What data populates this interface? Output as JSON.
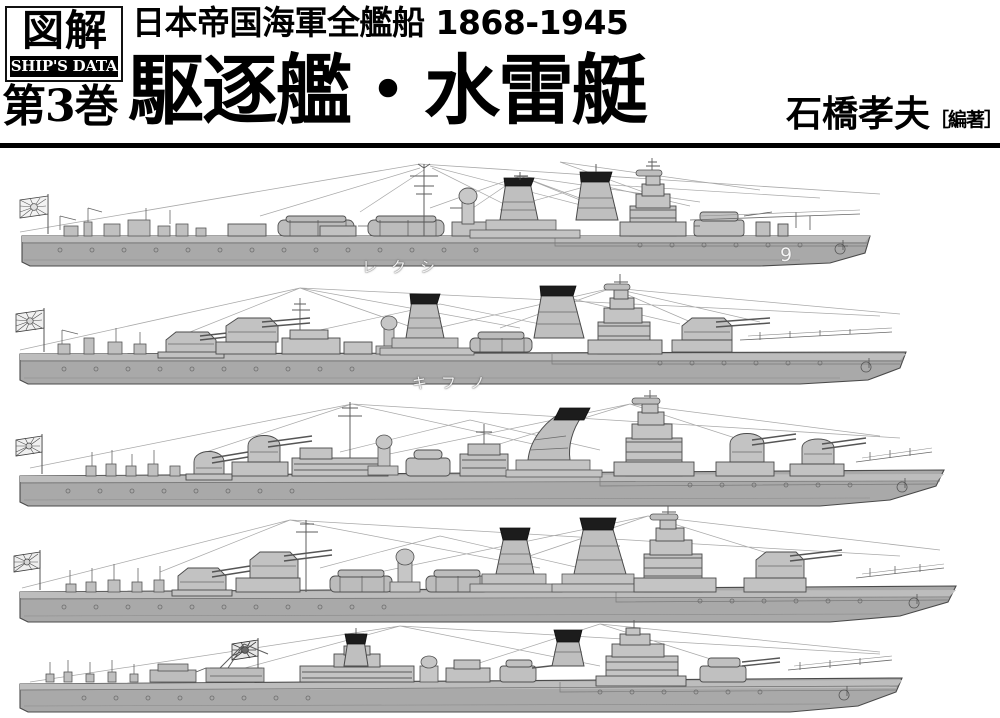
{
  "cover": {
    "background_color": "#ffffff",
    "rule_color": "#000000"
  },
  "header": {
    "logo": {
      "kanji": "図解",
      "banner": "SHIP'S DATA",
      "volume": "第3巻"
    },
    "series_line": "日本帝国海軍全艦船 1868-1945",
    "main_title": "駆逐艦・水雷艇",
    "author_name": "石橋孝夫",
    "author_role": "［編著］"
  },
  "illustration": {
    "description": "Five grey side-profile line drawings of Imperial Japanese Navy destroyers and torpedo boats, bows facing right, naval ensign flying at the stern on the left.",
    "hull_color": "#a8a8a8",
    "deck_color": "#b9b9b9",
    "superstructure_color": "#c3c3c3",
    "outline_color": "#4a4a4a",
    "funnel_cap_color": "#1a1a1a",
    "ships": [
      {
        "index": 1,
        "name_marking": "レクシ",
        "hull_number": "9",
        "funnels": 2,
        "class_hint": "Shiratsuyu-type destroyer"
      },
      {
        "index": 2,
        "name_marking": "キフノ",
        "hull_number": "",
        "funnels": 2,
        "class_hint": "Kagero-type destroyer"
      },
      {
        "index": 3,
        "name_marking": "",
        "hull_number": "",
        "funnels": 1,
        "class_hint": "Akizuki-type destroyer"
      },
      {
        "index": 4,
        "name_marking": "",
        "hull_number": "",
        "funnels": 2,
        "class_hint": "Fubuki-type destroyer"
      },
      {
        "index": 5,
        "name_marking": "",
        "hull_number": "",
        "funnels": 2,
        "class_hint": "Matsu-type escort destroyer"
      }
    ]
  }
}
